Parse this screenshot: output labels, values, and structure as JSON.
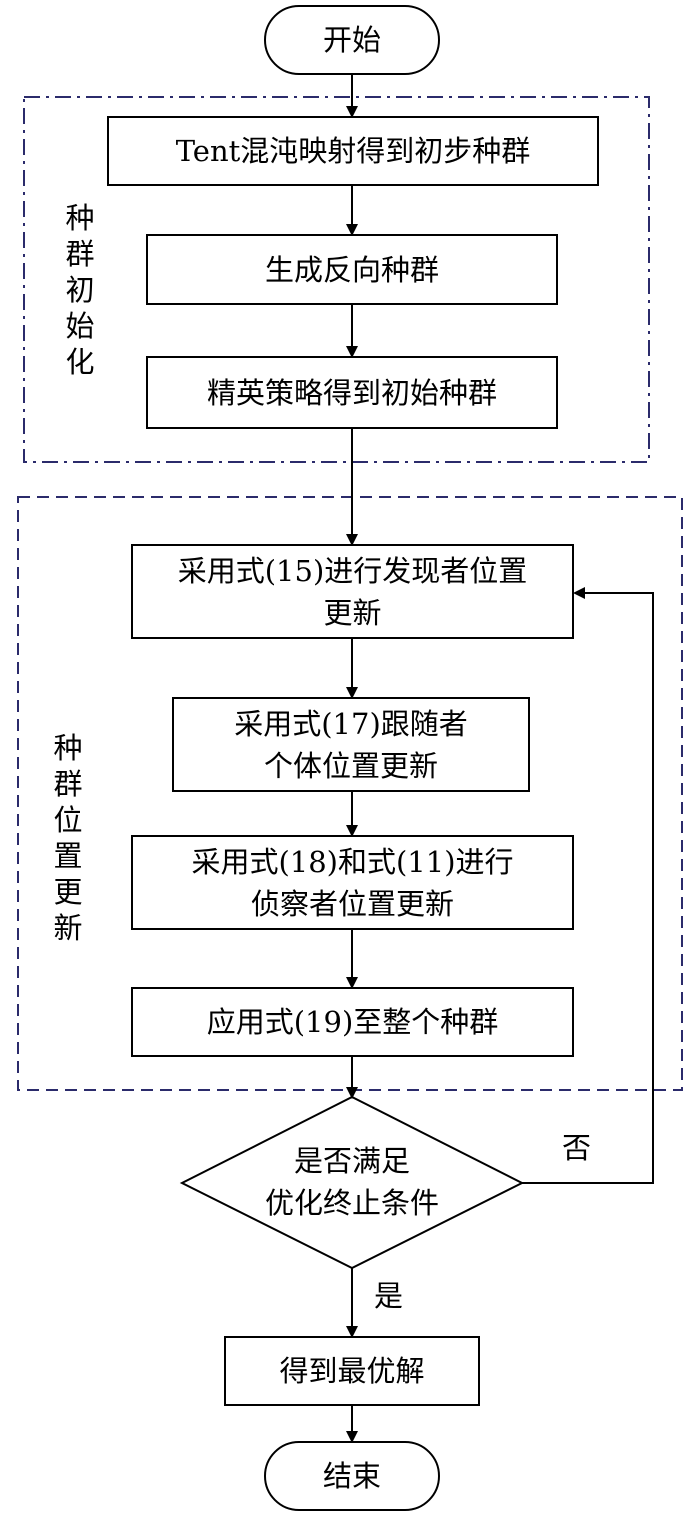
{
  "nodes": {
    "start": "开始",
    "tent_map": "Tent混沌映射得到初步种群",
    "reverse_pop": "生成反向种群",
    "elite": "精英策略得到初始种群",
    "discoverer": "采用式(15)进行发现者位置\n更新",
    "follower": "采用式(17)跟随者\n个体位置更新",
    "scout": "采用式(18)和式(11)进行\n侦察者位置更新",
    "apply_all": "应用式(19)至整个种群",
    "decision": "是否满足\n优化终止条件",
    "best": "得到最优解",
    "end": "结束"
  },
  "groups": {
    "init": "种\n群\n初\n始\n化",
    "update": "种\n群\n位\n置\n更\n新"
  },
  "edge_labels": {
    "no": "否",
    "yes": "是"
  }
}
